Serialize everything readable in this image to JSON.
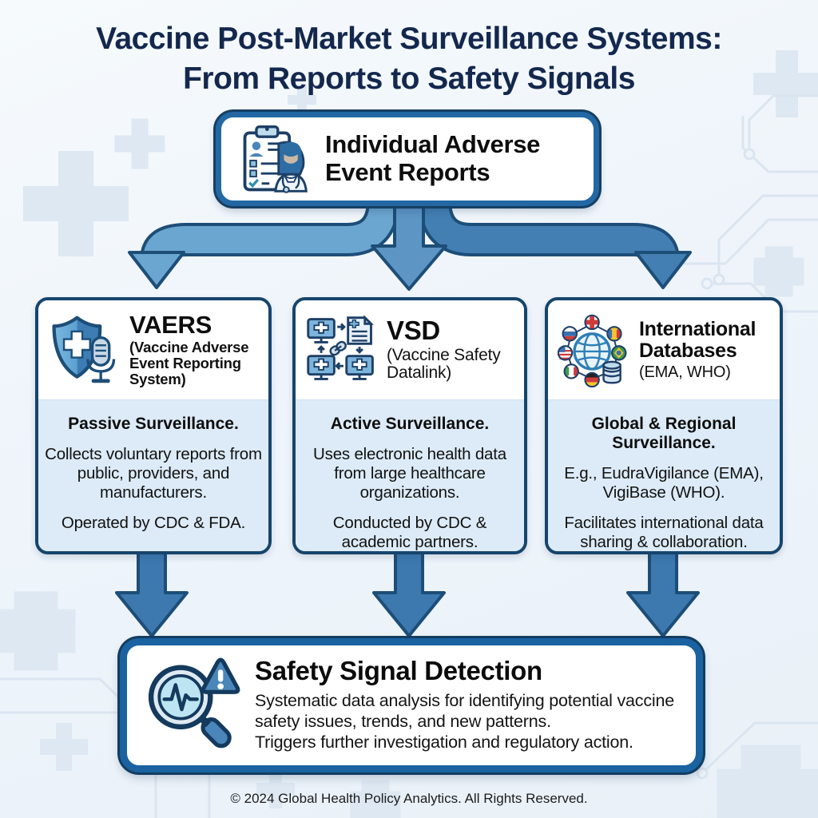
{
  "title": {
    "line1": "Vaccine Post-Market Surveillance Systems:",
    "line2": "From Reports to Safety Signals"
  },
  "top_box": {
    "title": "Individual Adverse Event Reports",
    "icon": "clipboard-nurse-icon"
  },
  "columns": [
    {
      "name": "VAERS",
      "subtitle": "(Vaccine Adverse Event Reporting System)",
      "icon": "shield-microphone-icon",
      "heading": "Passive Surveillance.",
      "body": [
        "Collects voluntary reports from public, providers, and manufacturers.",
        "Operated by CDC & FDA."
      ]
    },
    {
      "name": "VSD",
      "subtitle": "(Vaccine Safety Datalink)",
      "icon": "networked-computers-icon",
      "heading": "Active Surveillance.",
      "body": [
        "Uses electronic health data from large healthcare organizations.",
        "Conducted by CDC & academic partners."
      ]
    },
    {
      "name": "International Databases",
      "subtitle": "(EMA, WHO)",
      "icon": "globe-flags-database-icon",
      "heading": "Global & Regional Surveillance.",
      "body": [
        "E.g., EudraVigilance (EMA), VigiBase (WHO).",
        "Facilitates international data sharing & collaboration."
      ]
    }
  ],
  "bottom_box": {
    "title": "Safety Signal Detection",
    "icon": "magnifier-alert-icon",
    "body": [
      "Systematic data analysis for identifying potential vaccine safety issues, trends, and new patterns.",
      "Triggers further investigation and regulatory action."
    ]
  },
  "footer": {
    "copyright": "© 2024 Global Health Policy Analytics. All Rights Reserved."
  },
  "colors": {
    "title_navy": "#14284e",
    "box_border_navy": "#16456c",
    "accent_blue": "#2368a4",
    "arrow_fill_left": "#6ba6d0",
    "arrow_fill_center": "#5d95c5",
    "arrow_fill_right": "#447fb3",
    "arrow_fill_down": "#3d79af",
    "arrow_outline": "#1d4e78",
    "panel_body_bg": "#dcebf7",
    "background": "#eef4fa"
  }
}
